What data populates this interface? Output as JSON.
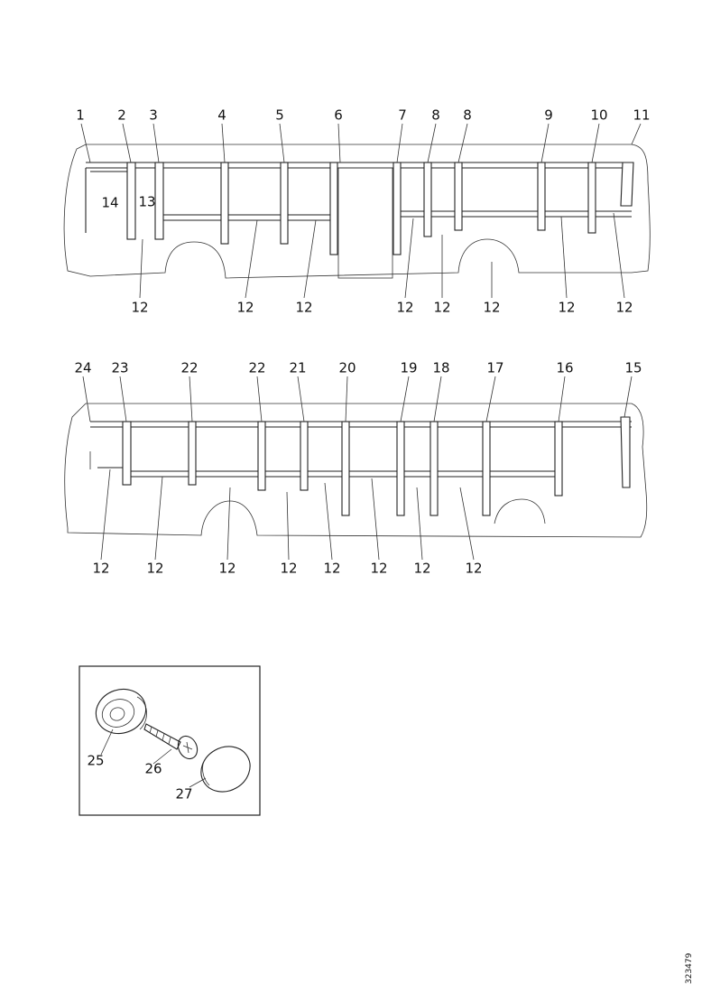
{
  "labels": {
    "top_row": [
      "1",
      "2",
      "3",
      "4",
      "5",
      "6",
      "7",
      "8",
      "8",
      "9",
      "10",
      "11"
    ],
    "top_inner": [
      "14",
      "13"
    ],
    "top_bottom": [
      "12",
      "12",
      "12",
      "12",
      "12",
      "12",
      "12",
      "12"
    ],
    "bottom_row": [
      "24",
      "23",
      "22",
      "22",
      "21",
      "20",
      "19",
      "18",
      "17",
      "16",
      "15"
    ],
    "bottom_bottom": [
      "12",
      "12",
      "12",
      "12",
      "12",
      "12",
      "12",
      "12"
    ],
    "detail": [
      "25",
      "26",
      "27"
    ]
  },
  "doc_number": "323479"
}
